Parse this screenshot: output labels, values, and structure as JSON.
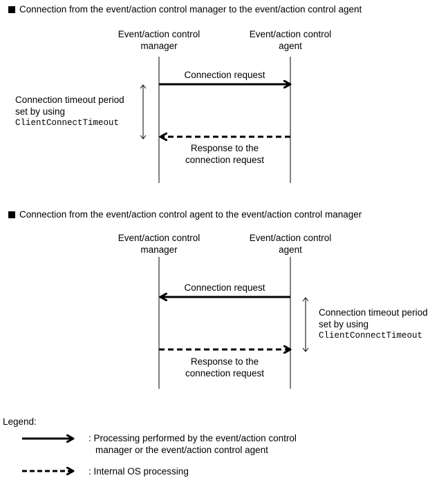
{
  "section1": {
    "heading": "Connection from the event/action control manager to the event/action control agent",
    "manager_label_line1": "Event/action control",
    "manager_label_line2": "manager",
    "agent_label_line1": "Event/action control",
    "agent_label_line2": "agent",
    "request_label": "Connection request",
    "response_label_line1": "Response to the",
    "response_label_line2": "connection request",
    "timeout_line1": "Connection timeout period",
    "timeout_line2": "set by using",
    "timeout_param": "ClientConnectTimeout"
  },
  "section2": {
    "heading": "Connection from the event/action control agent to the event/action control manager",
    "manager_label_line1": "Event/action control",
    "manager_label_line2": "manager",
    "agent_label_line1": "Event/action control",
    "agent_label_line2": "agent",
    "request_label": "Connection request",
    "response_label_line1": "Response to the",
    "response_label_line2": "connection request",
    "timeout_line1": "Connection timeout period",
    "timeout_line2": "set by using",
    "timeout_param": "ClientConnectTimeout"
  },
  "legend": {
    "title": "Legend:",
    "solid_line1": ": Processing performed by the event/action control",
    "solid_line2": "manager or the event/action control agent",
    "dashed": ": Internal OS processing"
  }
}
